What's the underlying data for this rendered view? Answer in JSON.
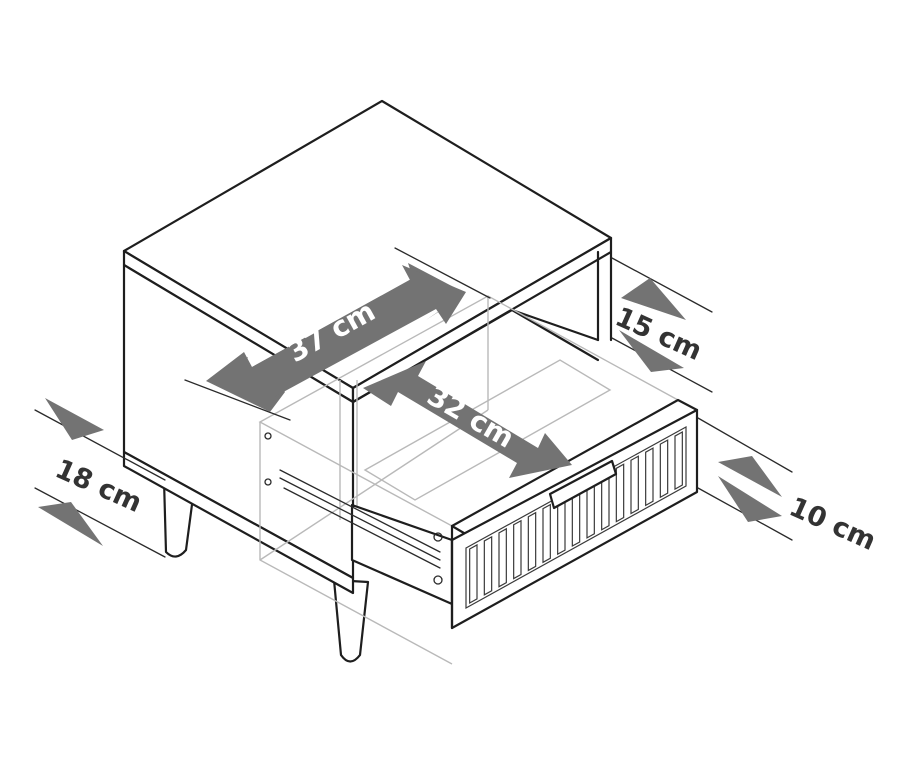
{
  "dimensions": {
    "drawer_front_width": "37 cm",
    "drawer_depth": "32 cm",
    "open_shelf_height": "15 cm",
    "leg_height": "18 cm",
    "drawer_height": "10 cm"
  },
  "colors": {
    "line": "#1e1e1e",
    "arrow": "#737373",
    "ghost_line": "#b9b9b9",
    "background": "#ffffff"
  }
}
